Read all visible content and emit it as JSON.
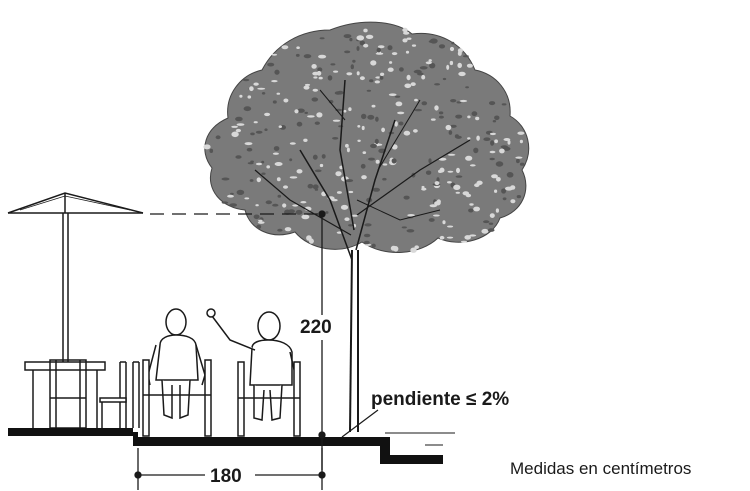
{
  "diagram": {
    "height_label": "220",
    "width_label": "180",
    "slope_label": "pendiente ≤ 2%",
    "units_note": "Medidas en centímetros"
  },
  "colors": {
    "ink": "#1a1a1a",
    "foliage": "#7a7a7a",
    "foliage_dark": "#555555",
    "ground": "#111111"
  }
}
